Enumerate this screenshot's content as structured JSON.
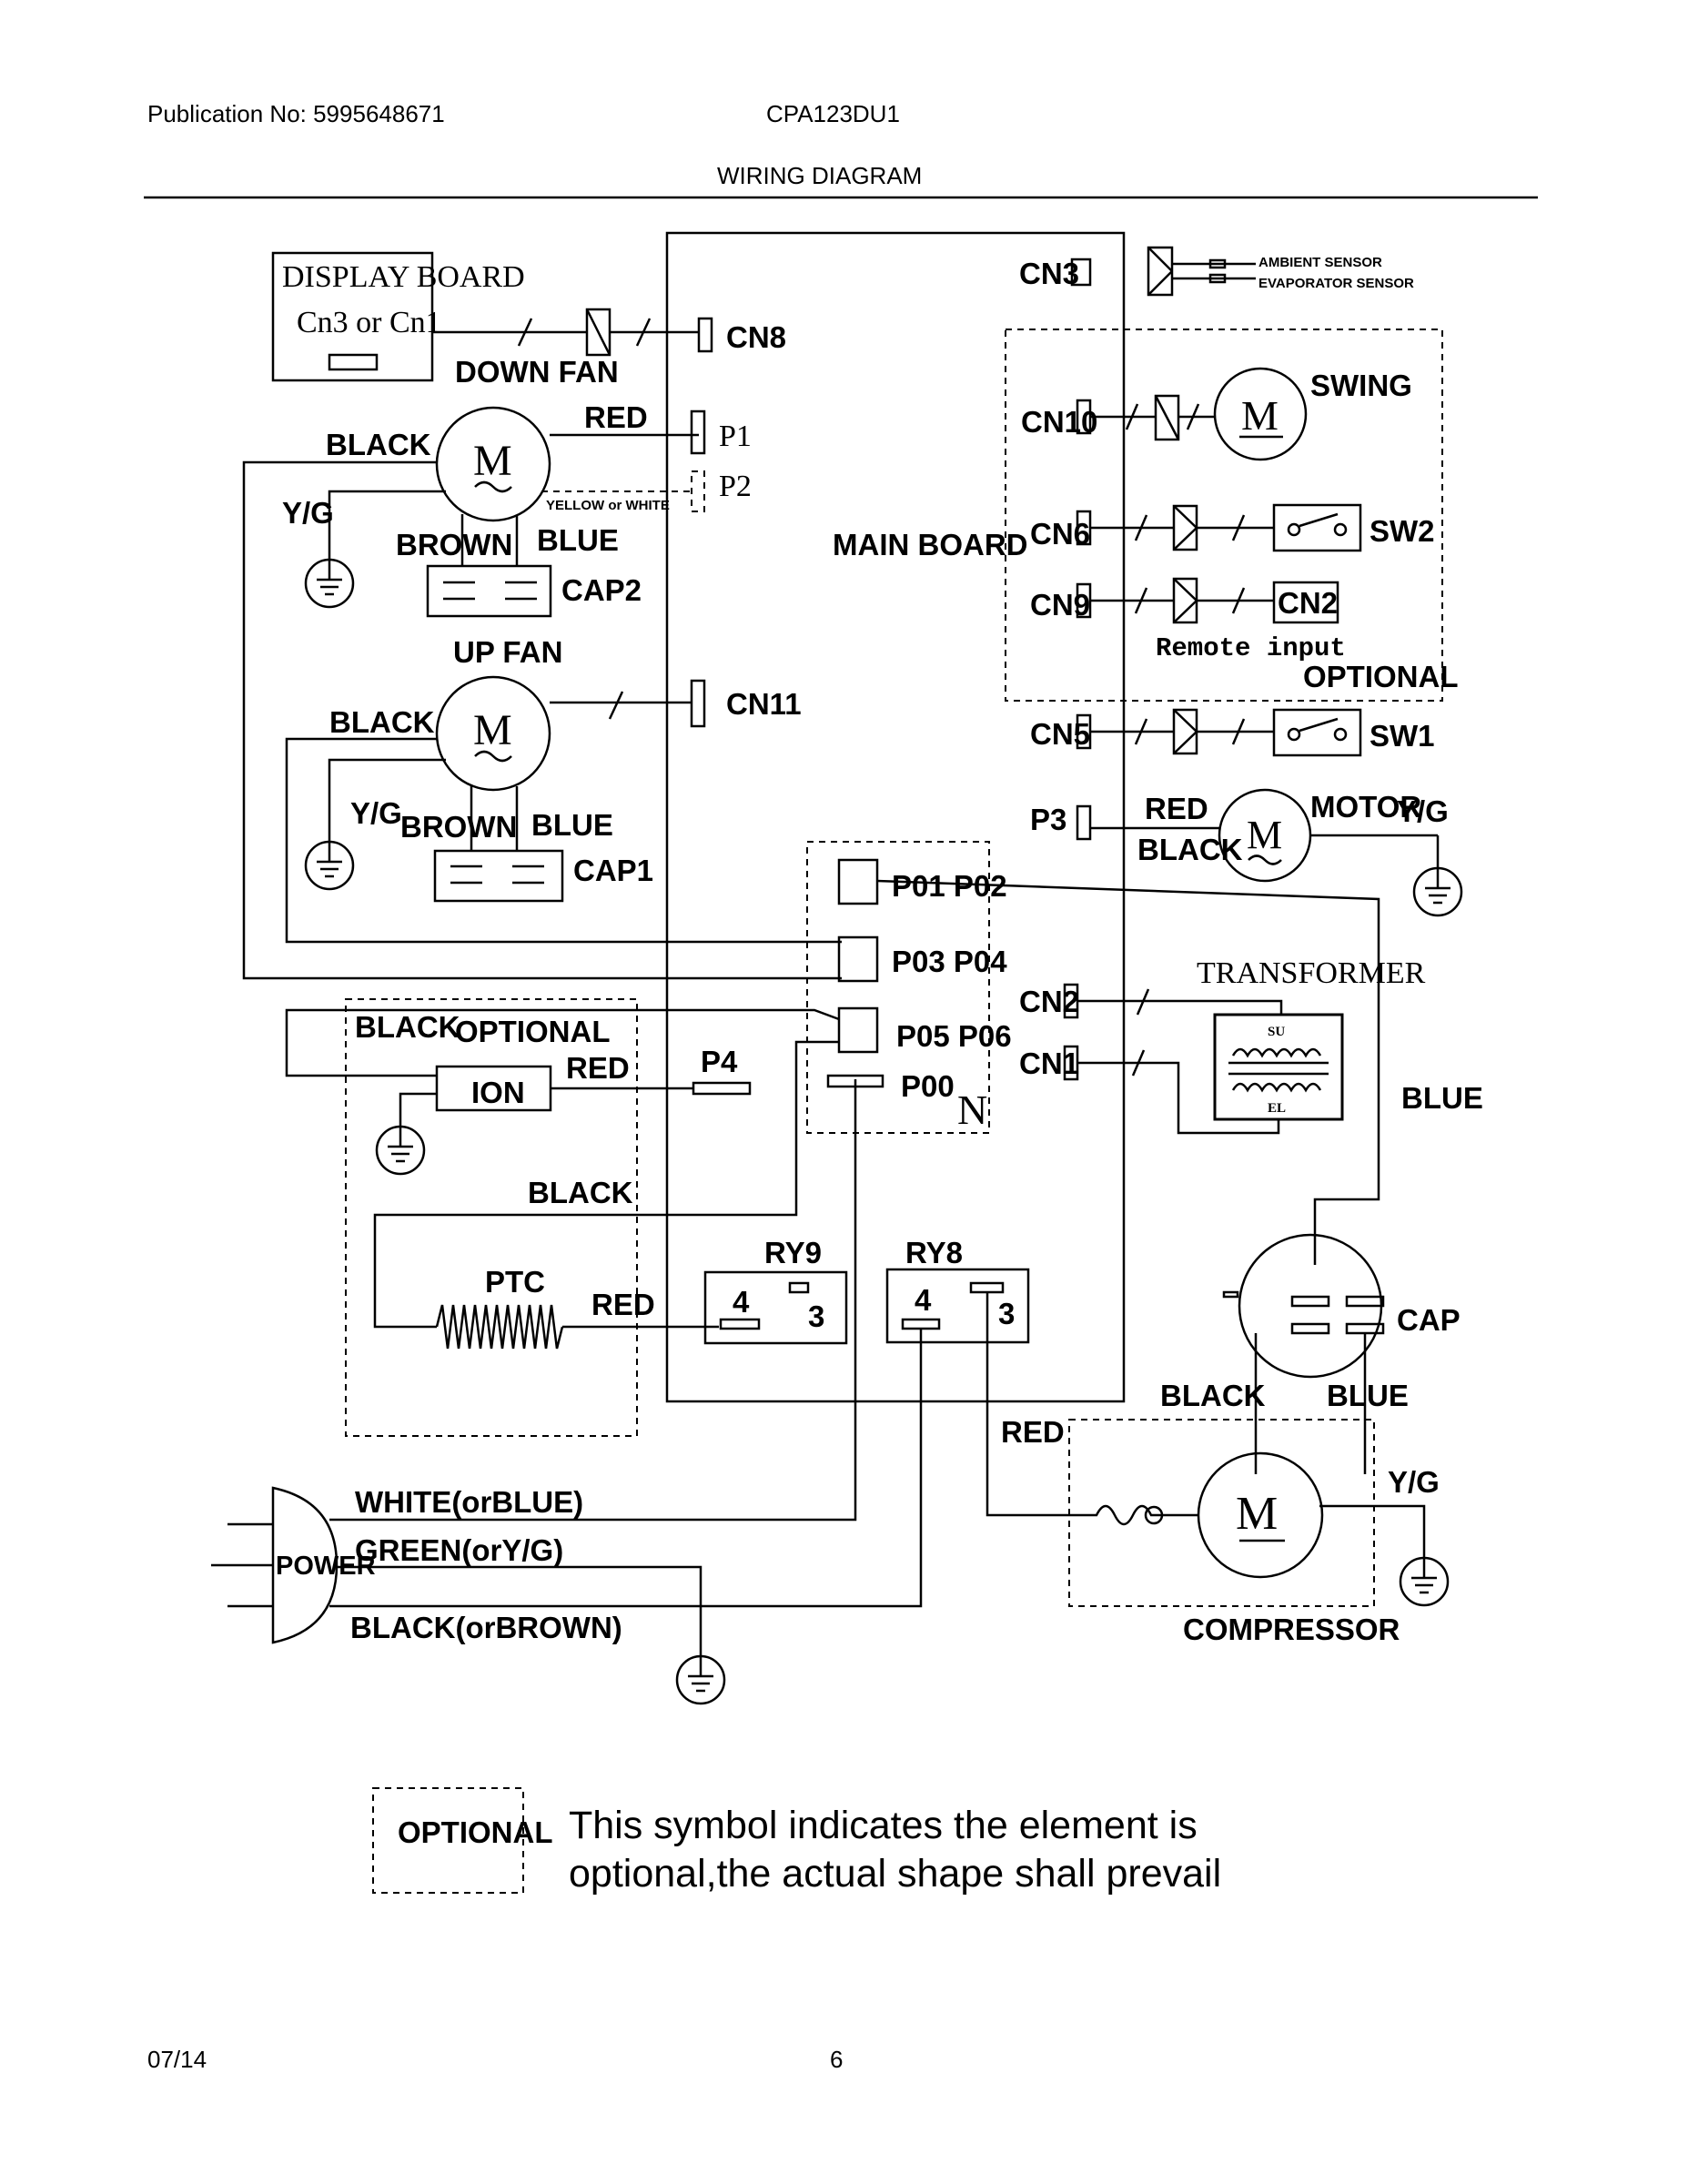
{
  "header": {
    "publication": "Publication No: 5995648671",
    "model": "CPA123DU1",
    "title": "WIRING DIAGRAM"
  },
  "footer": {
    "date": "07/14",
    "page": "6"
  },
  "diagram": {
    "display_board": "DISPLAY BOARD",
    "display_conn": "Cn3 or Cn1",
    "down_fan": "DOWN FAN",
    "up_fan": "UP FAN",
    "main_board": "MAIN BOARD",
    "motor_symbol": "M",
    "connectors": {
      "cn3": "CN3",
      "cn8": "CN8",
      "p1": "P1",
      "p2": "P2",
      "cn10": "CN10",
      "cn6": "CN6",
      "cn9": "CN9",
      "cn11": "CN11",
      "cn5": "CN5",
      "p3": "P3",
      "cn2": "CN2",
      "cn1": "CN1",
      "cn2_remote": "CN2",
      "p01p02": "P01 P02",
      "p03p04": "P03 P04",
      "p05p06": "P05 P06",
      "p00": "P00",
      "p4": "P4",
      "n": "N"
    },
    "sensors": {
      "ambient": "AMBIENT SENSOR",
      "evaporator": "EVAPORATOR SENSOR"
    },
    "components": {
      "swing": "SWING",
      "sw2": "SW2",
      "sw1": "SW1",
      "remote_input": "Remote input",
      "optional": "OPTIONAL",
      "motor": "MOTOR",
      "transformer": "TRANSFORMER",
      "su": "SU",
      "el": "EL",
      "cap": "CAP",
      "cap1": "CAP1",
      "cap2": "CAP2",
      "compressor": "COMPRESSOR",
      "ion": "ION",
      "ptc": "PTC",
      "ry9": "RY9",
      "ry8": "RY8",
      "relay_4": "4",
      "relay_3": "3",
      "power": "POWER"
    },
    "wires": {
      "black": "BLACK",
      "red": "RED",
      "yg": "Y/G",
      "brown": "BROWN",
      "blue": "BLUE",
      "yellow_white": "YELLOW or WHITE",
      "white_blue": "WHITE(orBLUE)",
      "green_yg": "GREEN(orY/G)",
      "black_brown": "BLACK(orBROWN)"
    },
    "legend": {
      "label": "OPTIONAL",
      "text_line1": "This symbol indicates the element is",
      "text_line2": "optional,the actual shape shall prevail"
    }
  }
}
